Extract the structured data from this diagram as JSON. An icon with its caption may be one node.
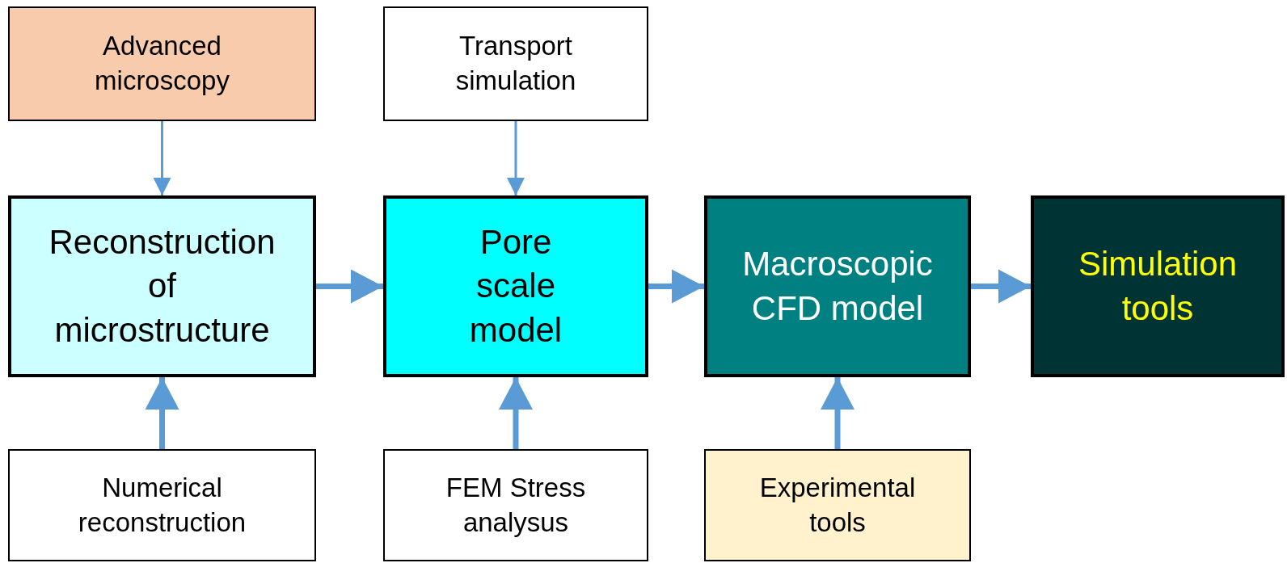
{
  "diagram": {
    "nodes": [
      {
        "text": [
          "Advanced microscopy"
        ]
      },
      {
        "text": [
          "Transport simulation"
        ]
      },
      {
        "text": [
          "Reconstruction of microstructure"
        ]
      },
      {
        "text": [
          "Pore scale model"
        ]
      },
      {
        "text": [
          "Macroscopic CFD model"
        ]
      },
      {
        "text": [
          "Simulation tools"
        ]
      },
      {
        "text": [
          "Numerical reconstruction"
        ]
      },
      {
        "text": [
          "FEM Stress analysus"
        ]
      },
      {
        "text": [
          "Experimental tools"
        ]
      }
    ],
    "edges": [
      {
        "from": 0,
        "to": 2,
        "arrow": "to"
      },
      {
        "from": 1,
        "to": 3,
        "arrow": "to"
      },
      {
        "from": 2,
        "to": 3,
        "arrow": "to"
      },
      {
        "from": 3,
        "to": 4,
        "arrow": "to"
      },
      {
        "from": 4,
        "to": 5,
        "arrow": "to"
      },
      {
        "from": 6,
        "to": 2,
        "arrow": "to"
      },
      {
        "from": 7,
        "to": 3,
        "arrow": "to"
      },
      {
        "from": 8,
        "to": 4,
        "arrow": "to"
      }
    ]
  }
}
